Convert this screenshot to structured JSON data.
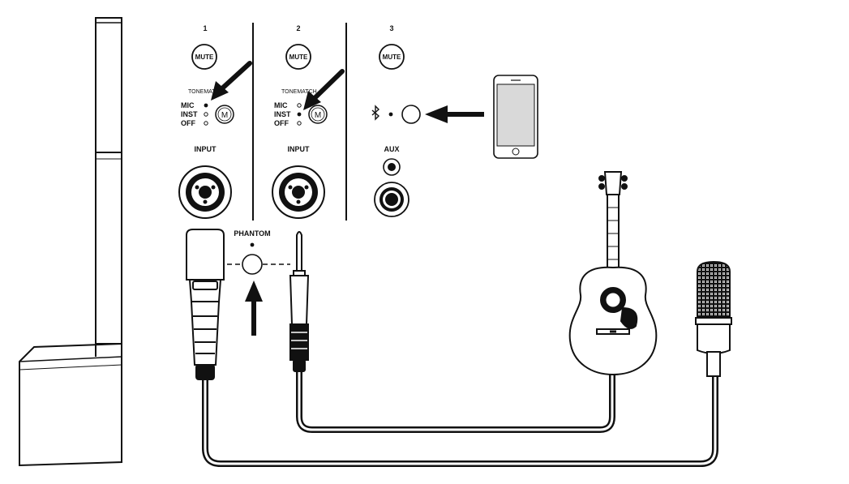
{
  "channels": [
    {
      "number": "1",
      "mute_label": "MUTE",
      "tonematch_label": "TONEMATCH",
      "modes": [
        "MIC",
        "INST",
        "OFF"
      ],
      "selected_mode": "MIC",
      "input_label": "INPUT"
    },
    {
      "number": "2",
      "mute_label": "MUTE",
      "tonematch_label": "TONEMATCH",
      "modes": [
        "MIC",
        "INST",
        "OFF"
      ],
      "selected_mode": "INST",
      "input_label": "INPUT"
    },
    {
      "number": "3",
      "mute_label": "MUTE",
      "aux_label": "AUX",
      "bluetooth_icon": "bluetooth-icon"
    }
  ],
  "phantom": {
    "label": "PHANTOM"
  },
  "devices": {
    "speaker": "column-speaker",
    "phone": "smartphone",
    "guitar": "acoustic-guitar",
    "microphone": "condenser-microphone"
  },
  "tonematch_button_label": "M",
  "colors": {
    "line": "#111111",
    "background": "#ffffff",
    "screen": "#d9d9d9"
  }
}
